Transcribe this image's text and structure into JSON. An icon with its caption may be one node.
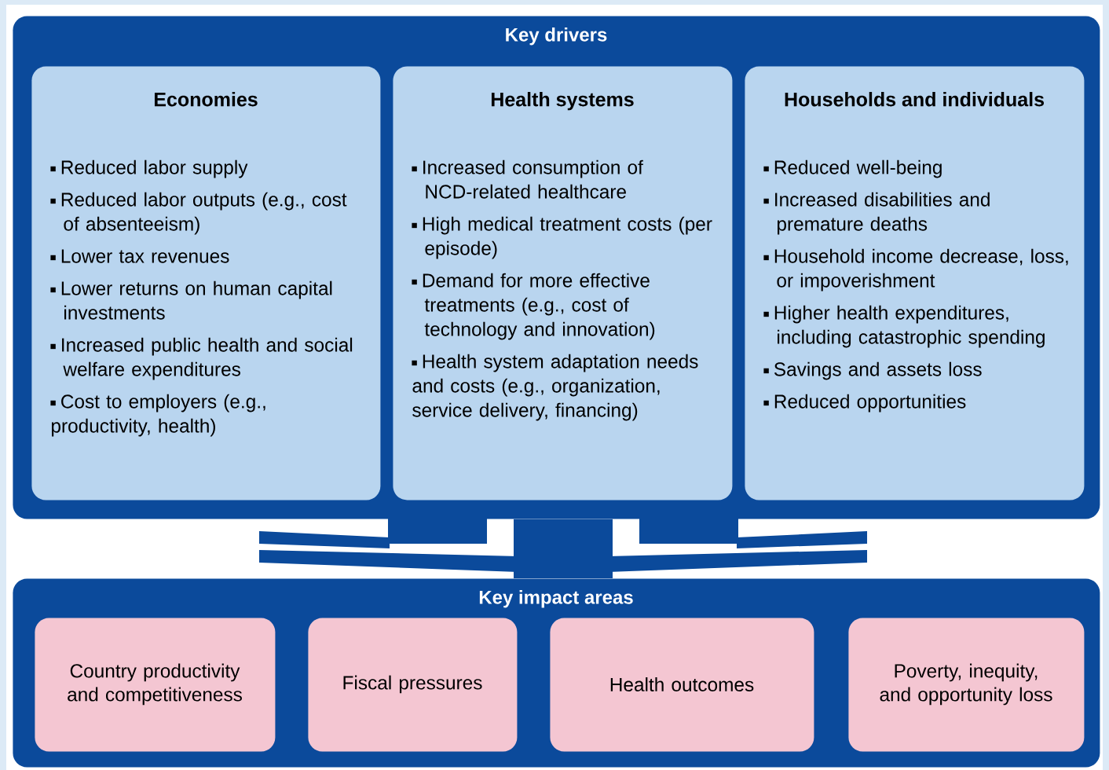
{
  "diagram": {
    "nodes": [
      {
        "text": [
          "Key drivers"
        ]
      },
      {
        "text": [
          "Economies",
          "Reduced labor supply",
          "Reduced labor outputs (e.g., cost of absenteeism)",
          "Lower tax revenues",
          "Lower returns on human capital investments",
          "Increased public health and social welfare expenditures",
          "Cost to employers (e.g., productivity, health)"
        ],
        "in": 0
      },
      {
        "text": [
          "Health systems",
          "Increased consumption of NCD-related healthcare",
          "High medical treatment costs (per episode)",
          "Demand for more effective treatments (e.g., cost of technology and innovation)",
          "Health system adaptation needs and costs (e.g., organization, service delivery, financing)"
        ],
        "in": 0
      },
      {
        "text": [
          "Households and individuals",
          "Reduced well-being",
          "Increased disabilities and premature deaths",
          "Household income decrease, loss, or impoverishment",
          "Higher health expenditures, including catastrophic spending",
          "Savings and assets loss",
          "Reduced opportunities"
        ],
        "in": 0
      },
      {
        "text": [
          "Key impact areas"
        ]
      },
      {
        "text": [
          "Country productivity and competitiveness"
        ],
        "in": 4
      },
      {
        "text": [
          "Fiscal pressures"
        ],
        "in": 4
      },
      {
        "text": [
          "Health outcomes"
        ],
        "in": 4
      },
      {
        "text": [
          "Poverty, inequity, and opportunity loss"
        ],
        "in": 4
      }
    ],
    "edges": [
      {
        "from": 0,
        "to": 4,
        "arrow": "none"
      }
    ]
  }
}
